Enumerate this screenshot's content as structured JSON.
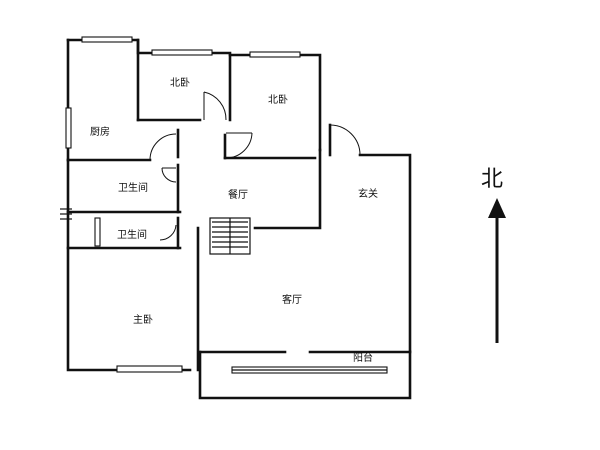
{
  "rooms": {
    "kitchen": "厨房",
    "north_bedroom_1": "北卧",
    "north_bedroom_2": "北卧",
    "bathroom_1": "卫生间",
    "bathroom_2": "卫生间",
    "dining": "餐厅",
    "entrance": "玄关",
    "living": "客厅",
    "master_bedroom": "主卧",
    "balcony": "阳台"
  },
  "compass": {
    "label": "北"
  },
  "colors": {
    "line": "#111111",
    "background": "#ffffff"
  }
}
